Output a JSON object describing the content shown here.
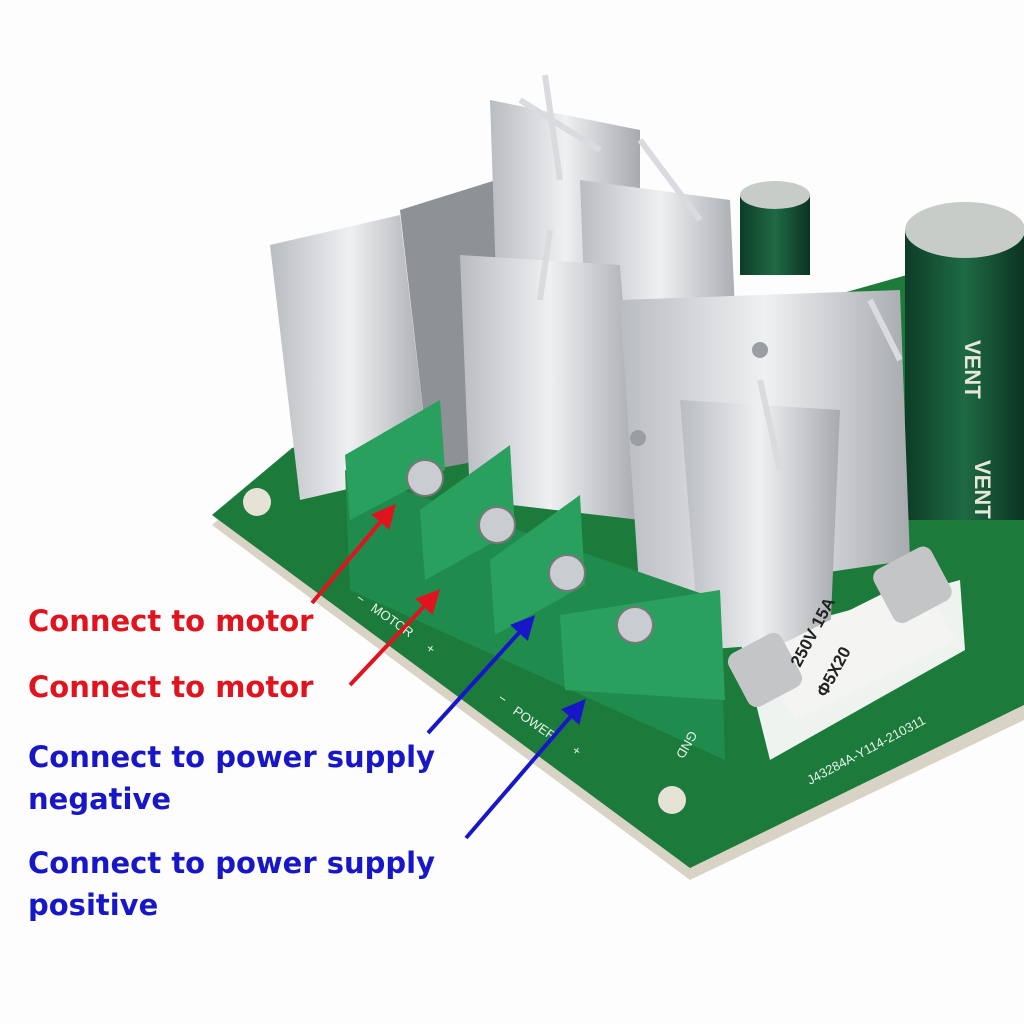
{
  "annotations": [
    {
      "text": "Connect to motor",
      "color": "#e0141e"
    },
    {
      "text": "Connect to motor",
      "color": "#e0141e"
    },
    {
      "text": "Connect to power supply negative",
      "line1": "Connect to power supply",
      "line2": "negative",
      "color": "#1717c8"
    },
    {
      "text": "Connect to power supply positive",
      "line1": "Connect to power supply",
      "line2": "positive",
      "color": "#1717c8"
    }
  ],
  "board_silkscreen": {
    "motor": "MOTOR",
    "power": "POWER",
    "minus": "−",
    "plus": "+",
    "gnd": "GND",
    "pcb_code": "J43284A-Y114-210311"
  },
  "fuse": {
    "rating": "250V 15A",
    "size": "Φ5X20"
  },
  "capacitor": {
    "brand": "VENT"
  }
}
